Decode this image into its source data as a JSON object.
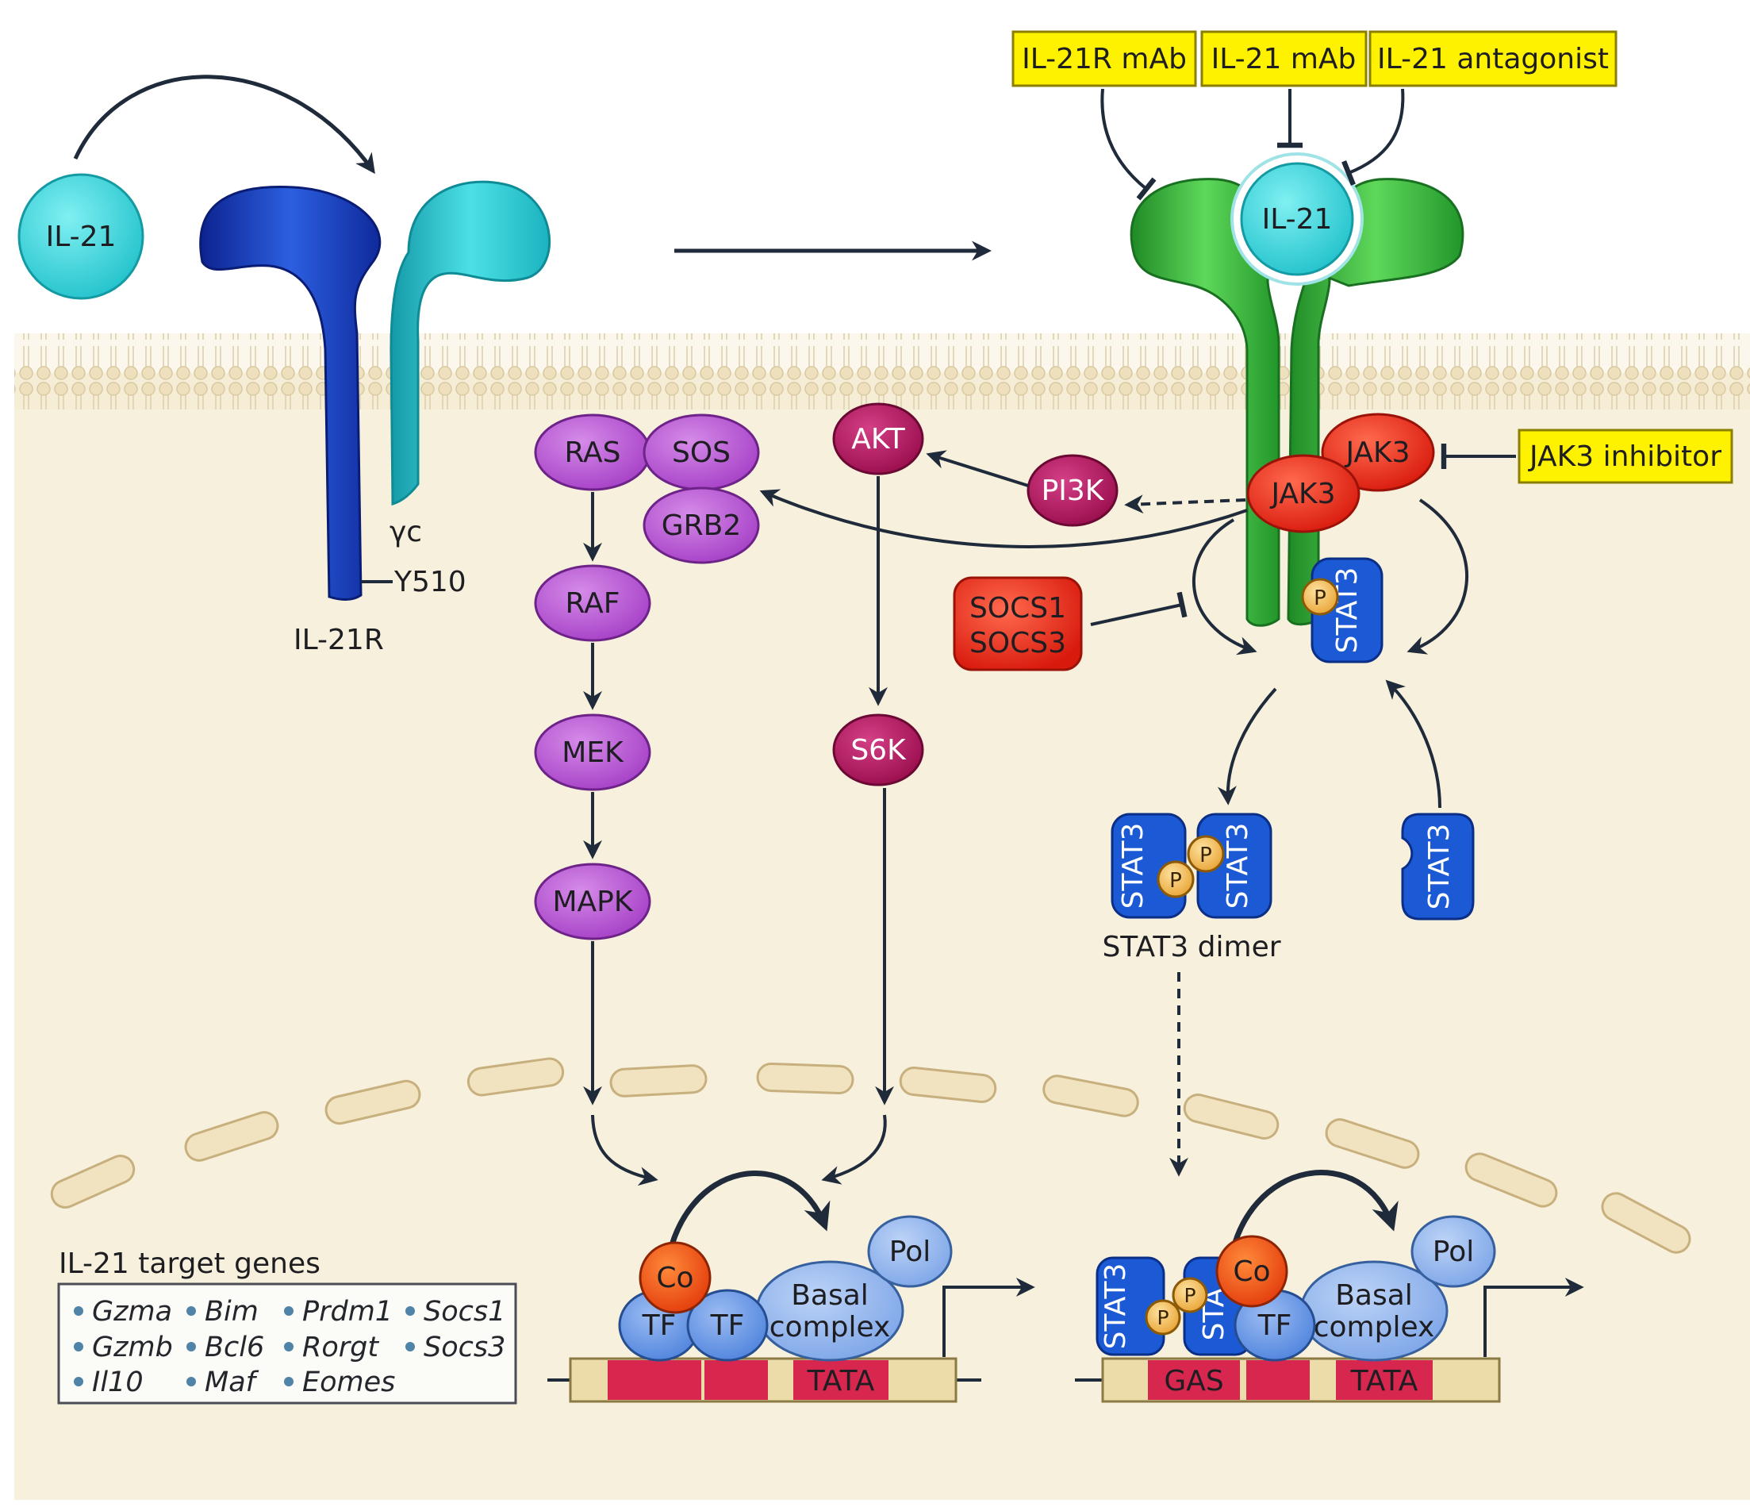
{
  "colors": {
    "cytoplasm": "#f5efd9",
    "membrane": "#ede0bd",
    "il21": "#3ecfd6",
    "il21r": "#1734b3",
    "gamma_c": "#28c8d2",
    "active_receptor": "#2fae35",
    "mapk_pathway": "#b04fcf",
    "akt_pathway": "#b0125a",
    "jak3": "#e32514",
    "socs": "#e52a1a",
    "stat3": "#1b5ad4",
    "phosphate": "#f0b042",
    "inhibitor_box": "#fff200",
    "tf": "#5f93e6",
    "basal_complex": "#88b0ec",
    "coactivator": "#ee4a12",
    "dna_element": "#d8274f"
  },
  "ligand": {
    "free_label": "IL-21",
    "bound_label": "IL-21"
  },
  "receptor": {
    "il21r_label": "IL-21R",
    "gamma_c_label": "γc",
    "tyrosine_label": "Y510"
  },
  "inhibitors": {
    "il21r_mab": "IL-21R mAb",
    "il21_mab": "IL-21 mAb",
    "il21_antagonist": "IL-21 antagonist",
    "jak3_inhibitor": "JAK3 inhibitor"
  },
  "kinases": {
    "jak3_upper": "JAK3",
    "jak3_lower": "JAK3",
    "pi3k": "PI3K",
    "akt": "AKT",
    "s6k": "S6K"
  },
  "mapk_pathway": {
    "ras": "RAS",
    "sos": "SOS",
    "grb2": "GRB2",
    "raf": "RAF",
    "mek": "MEK",
    "mapk": "MAPK"
  },
  "socs": {
    "socs1": "SOCS1",
    "socs3": "SOCS3"
  },
  "stat3": {
    "label": "STAT3",
    "phospho": "P",
    "dimer_label": "STAT3 dimer",
    "partial_label": "STA"
  },
  "transcription_left": {
    "coactivator": "Co",
    "tf1": "TF",
    "tf2": "TF",
    "basal_line1": "Basal",
    "basal_line2": "complex",
    "pol": "Pol",
    "tata": "TATA"
  },
  "transcription_right": {
    "coactivator": "Co",
    "tf": "TF",
    "basal_line1": "Basal",
    "basal_line2": "complex",
    "pol": "Pol",
    "gas": "GAS",
    "tata": "TATA"
  },
  "target_genes": {
    "title": "IL-21 target genes",
    "col1": [
      "Gzma",
      "Gzmb",
      "Il10"
    ],
    "col2": [
      "Bim",
      "Bcl6",
      "Maf"
    ],
    "col3": [
      "Prdm1",
      "Rorgt",
      "Eomes"
    ],
    "col4": [
      "Socs1",
      "Socs3"
    ]
  }
}
